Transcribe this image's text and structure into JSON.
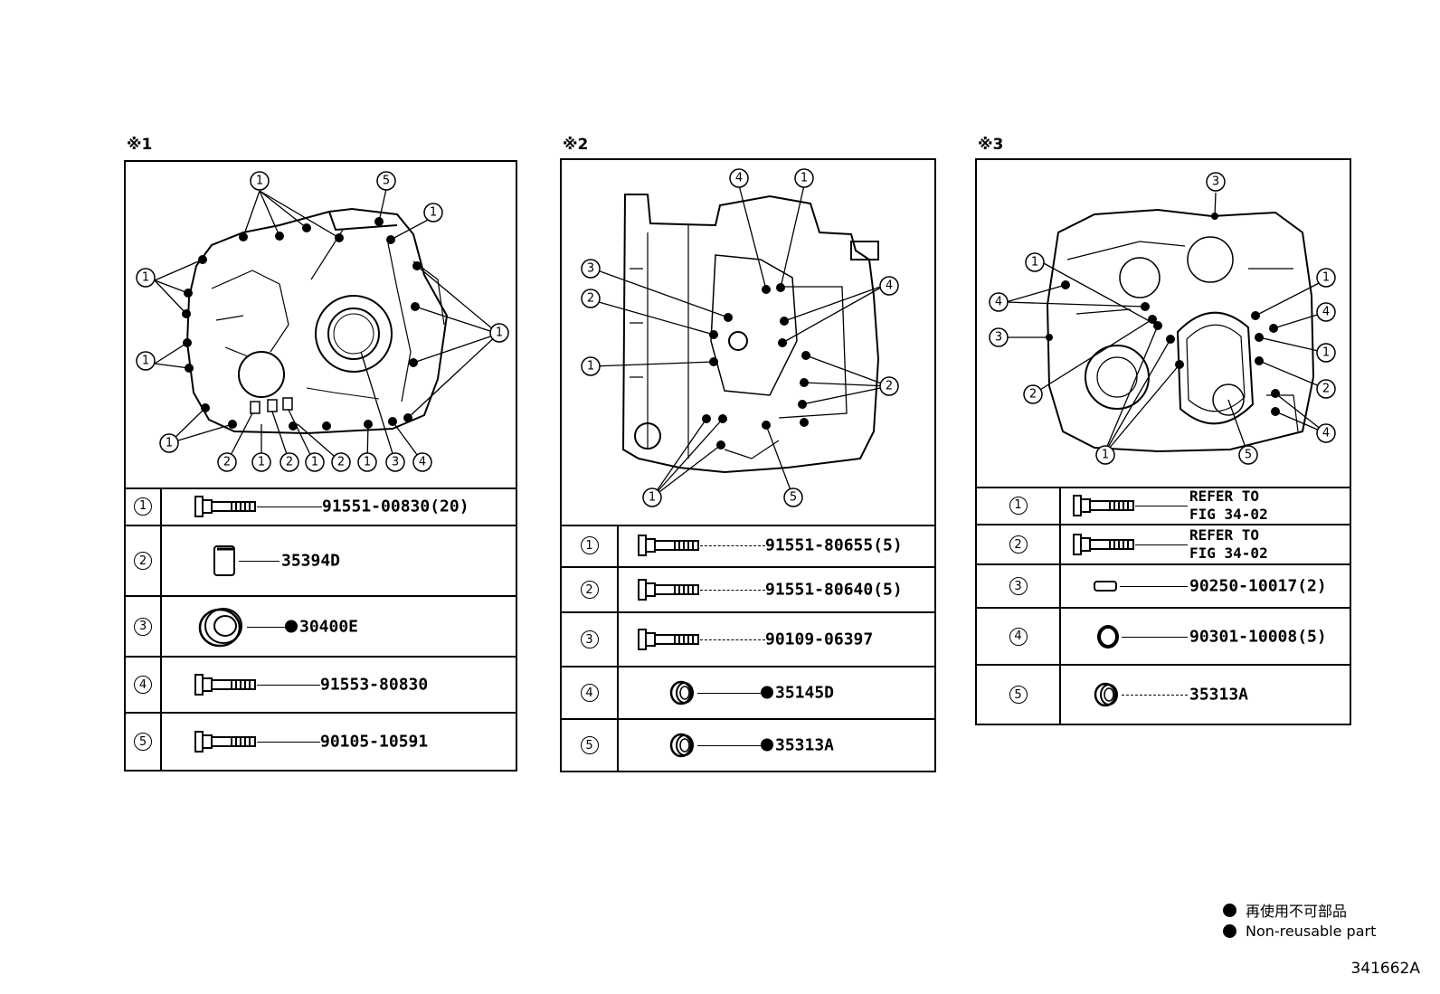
{
  "panels": [
    {
      "label": "※1",
      "parts": [
        {
          "num": "1",
          "code": "91551-00830(20)",
          "nonreusable": false,
          "icon": "bolt-icon"
        },
        {
          "num": "2",
          "code": "35394D",
          "nonreusable": false,
          "icon": "plug-icon"
        },
        {
          "num": "3",
          "code": "30400E",
          "nonreusable": true,
          "icon": "oil-seal-icon"
        },
        {
          "num": "4",
          "code": "91553-80830",
          "nonreusable": false,
          "icon": "bolt-icon"
        },
        {
          "num": "5",
          "code": "90105-10591",
          "nonreusable": false,
          "icon": "bolt-icon"
        }
      ]
    },
    {
      "label": "※2",
      "parts": [
        {
          "num": "1",
          "code": "91551-80655(5)",
          "nonreusable": false,
          "icon": "bolt-icon"
        },
        {
          "num": "2",
          "code": "91551-80640(5)",
          "nonreusable": false,
          "icon": "bolt-icon"
        },
        {
          "num": "3",
          "code": "90109-06397",
          "nonreusable": false,
          "icon": "bolt-icon"
        },
        {
          "num": "4",
          "code": "35145D",
          "nonreusable": true,
          "icon": "bushing-icon"
        },
        {
          "num": "5",
          "code": "35313A",
          "nonreusable": true,
          "icon": "bushing-icon"
        }
      ]
    },
    {
      "label": "※3",
      "parts": [
        {
          "num": "1",
          "code_line1": "REFER TO",
          "code_line2": "FIG 34-02",
          "nonreusable": false,
          "icon": "bolt-icon"
        },
        {
          "num": "2",
          "code_line1": "REFER TO",
          "code_line2": "FIG 34-02",
          "nonreusable": false,
          "icon": "bolt-icon"
        },
        {
          "num": "3",
          "code": "90250-10017(2)",
          "nonreusable": false,
          "icon": "pin-icon"
        },
        {
          "num": "4",
          "code": "90301-10008(5)",
          "nonreusable": false,
          "icon": "o-ring-icon"
        },
        {
          "num": "5",
          "code": "35313A",
          "nonreusable": false,
          "icon": "bushing-icon"
        }
      ]
    }
  ],
  "legend": {
    "jp": "再使用不可部品",
    "en": "Non-reusable part"
  },
  "figure_id": "341662A"
}
